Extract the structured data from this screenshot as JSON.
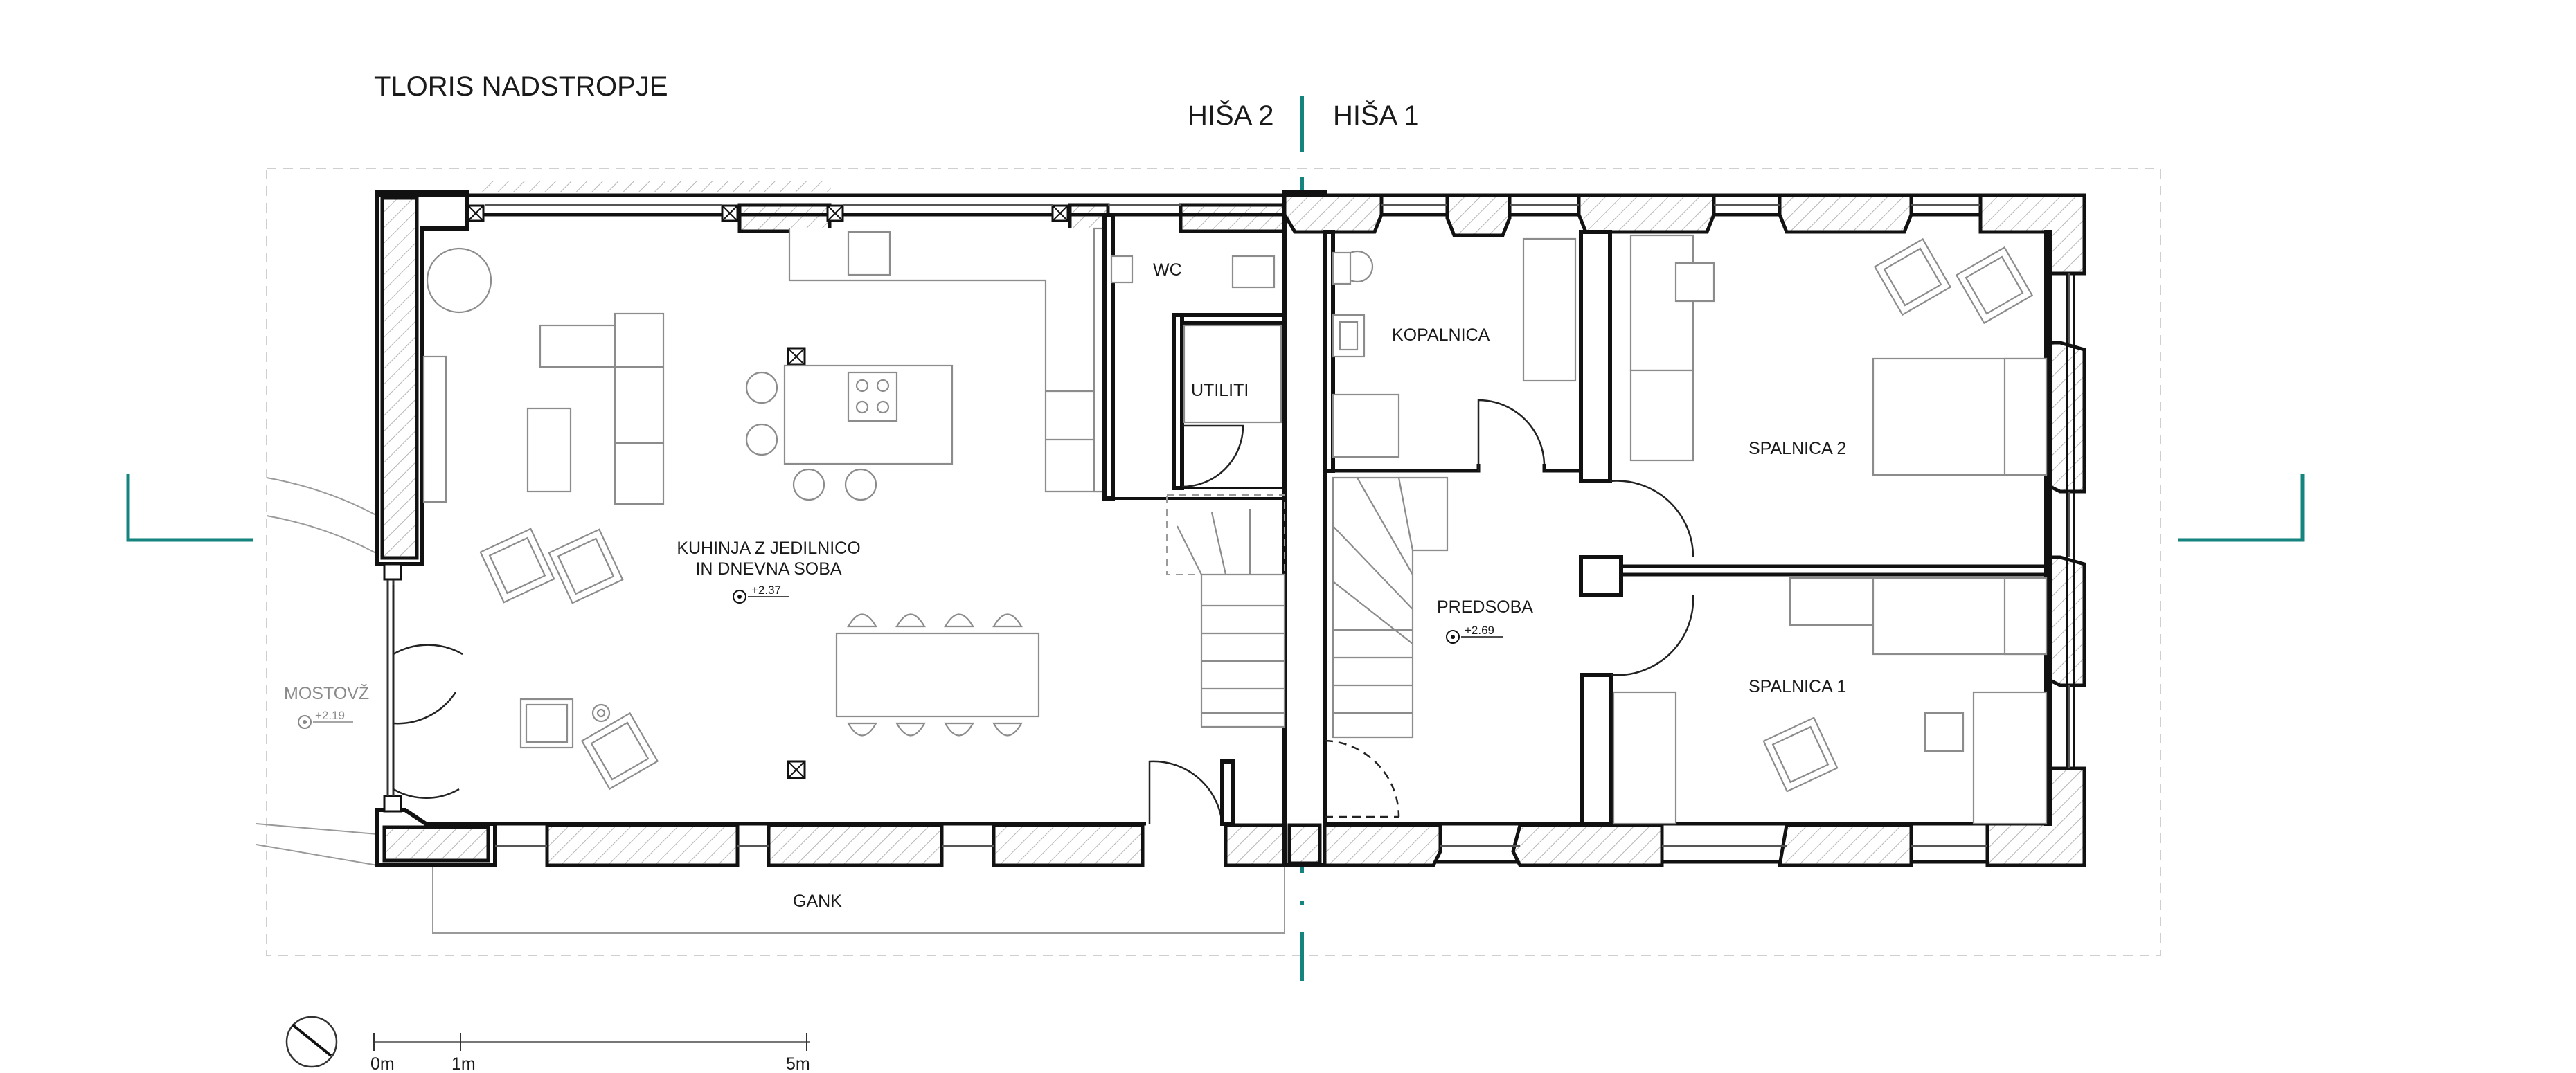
{
  "drawing": {
    "title": "TLORIS NADSTROPJE",
    "house_left": "HIŠA 2",
    "house_right": "HIŠA 1"
  },
  "rooms": {
    "kitchen_line1": "KUHINJA Z JEDILNICO",
    "kitchen_line2": "IN DNEVNA SOBA",
    "wc": "WC",
    "utility": "UTILITI",
    "bathroom": "KOPALNICA",
    "bedroom2": "SPALNICA 2",
    "bedroom1": "SPALNICA 1",
    "hall": "PREDSOBA",
    "bridge": "MOSTOVŽ",
    "gallery": "GANK"
  },
  "levels": {
    "kitchen": "+2.37",
    "hall": "+2.69",
    "bridge": "+2.19"
  },
  "scale_bar": {
    "labels": [
      "0m",
      "1m",
      "5m"
    ]
  },
  "colors": {
    "wall": "#111111",
    "section_line": "#15847f",
    "furniture": "#8c8c8c",
    "hatch": "#b5b5b5"
  }
}
